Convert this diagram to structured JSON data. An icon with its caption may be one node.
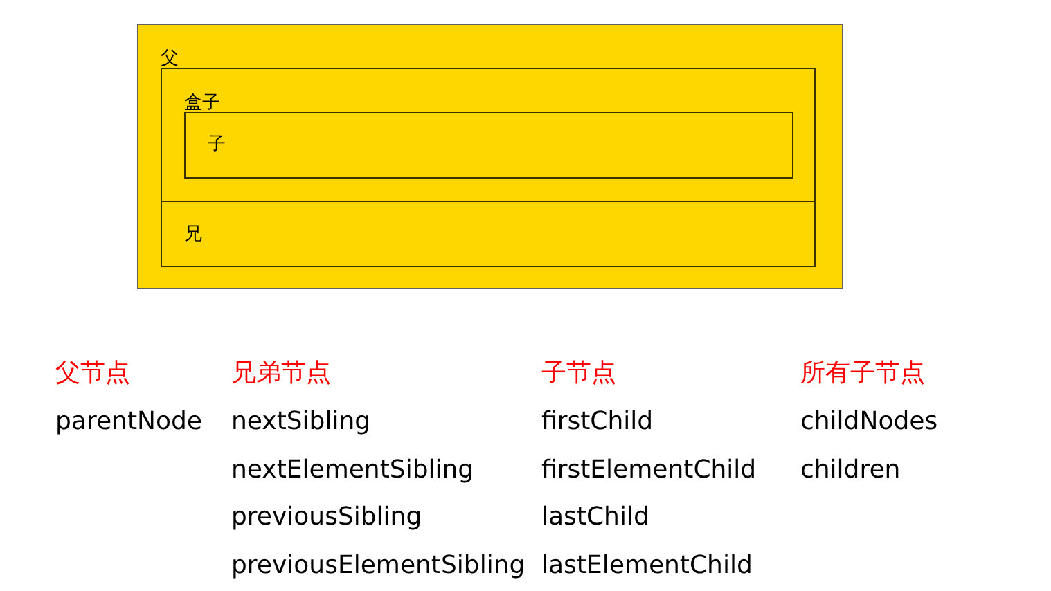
{
  "diagram": {
    "nodes": [
      {
        "text": [
          "父"
        ]
      },
      {
        "text": [
          "盒子"
        ],
        "in": 0
      },
      {
        "text": [
          "子"
        ],
        "in": 1
      },
      {
        "text": [
          "兄"
        ],
        "in": 0
      }
    ],
    "labels": [
      "父节点",
      "兄弟节点",
      "子节点",
      "所有子节点",
      "parentNode",
      "nextSibling",
      "firstChild",
      "childNodes",
      "nextElementSibling",
      "firstElementChild",
      "children",
      "previousSibling",
      "lastChild",
      "previousElementSibling",
      "lastElementChild"
    ]
  }
}
